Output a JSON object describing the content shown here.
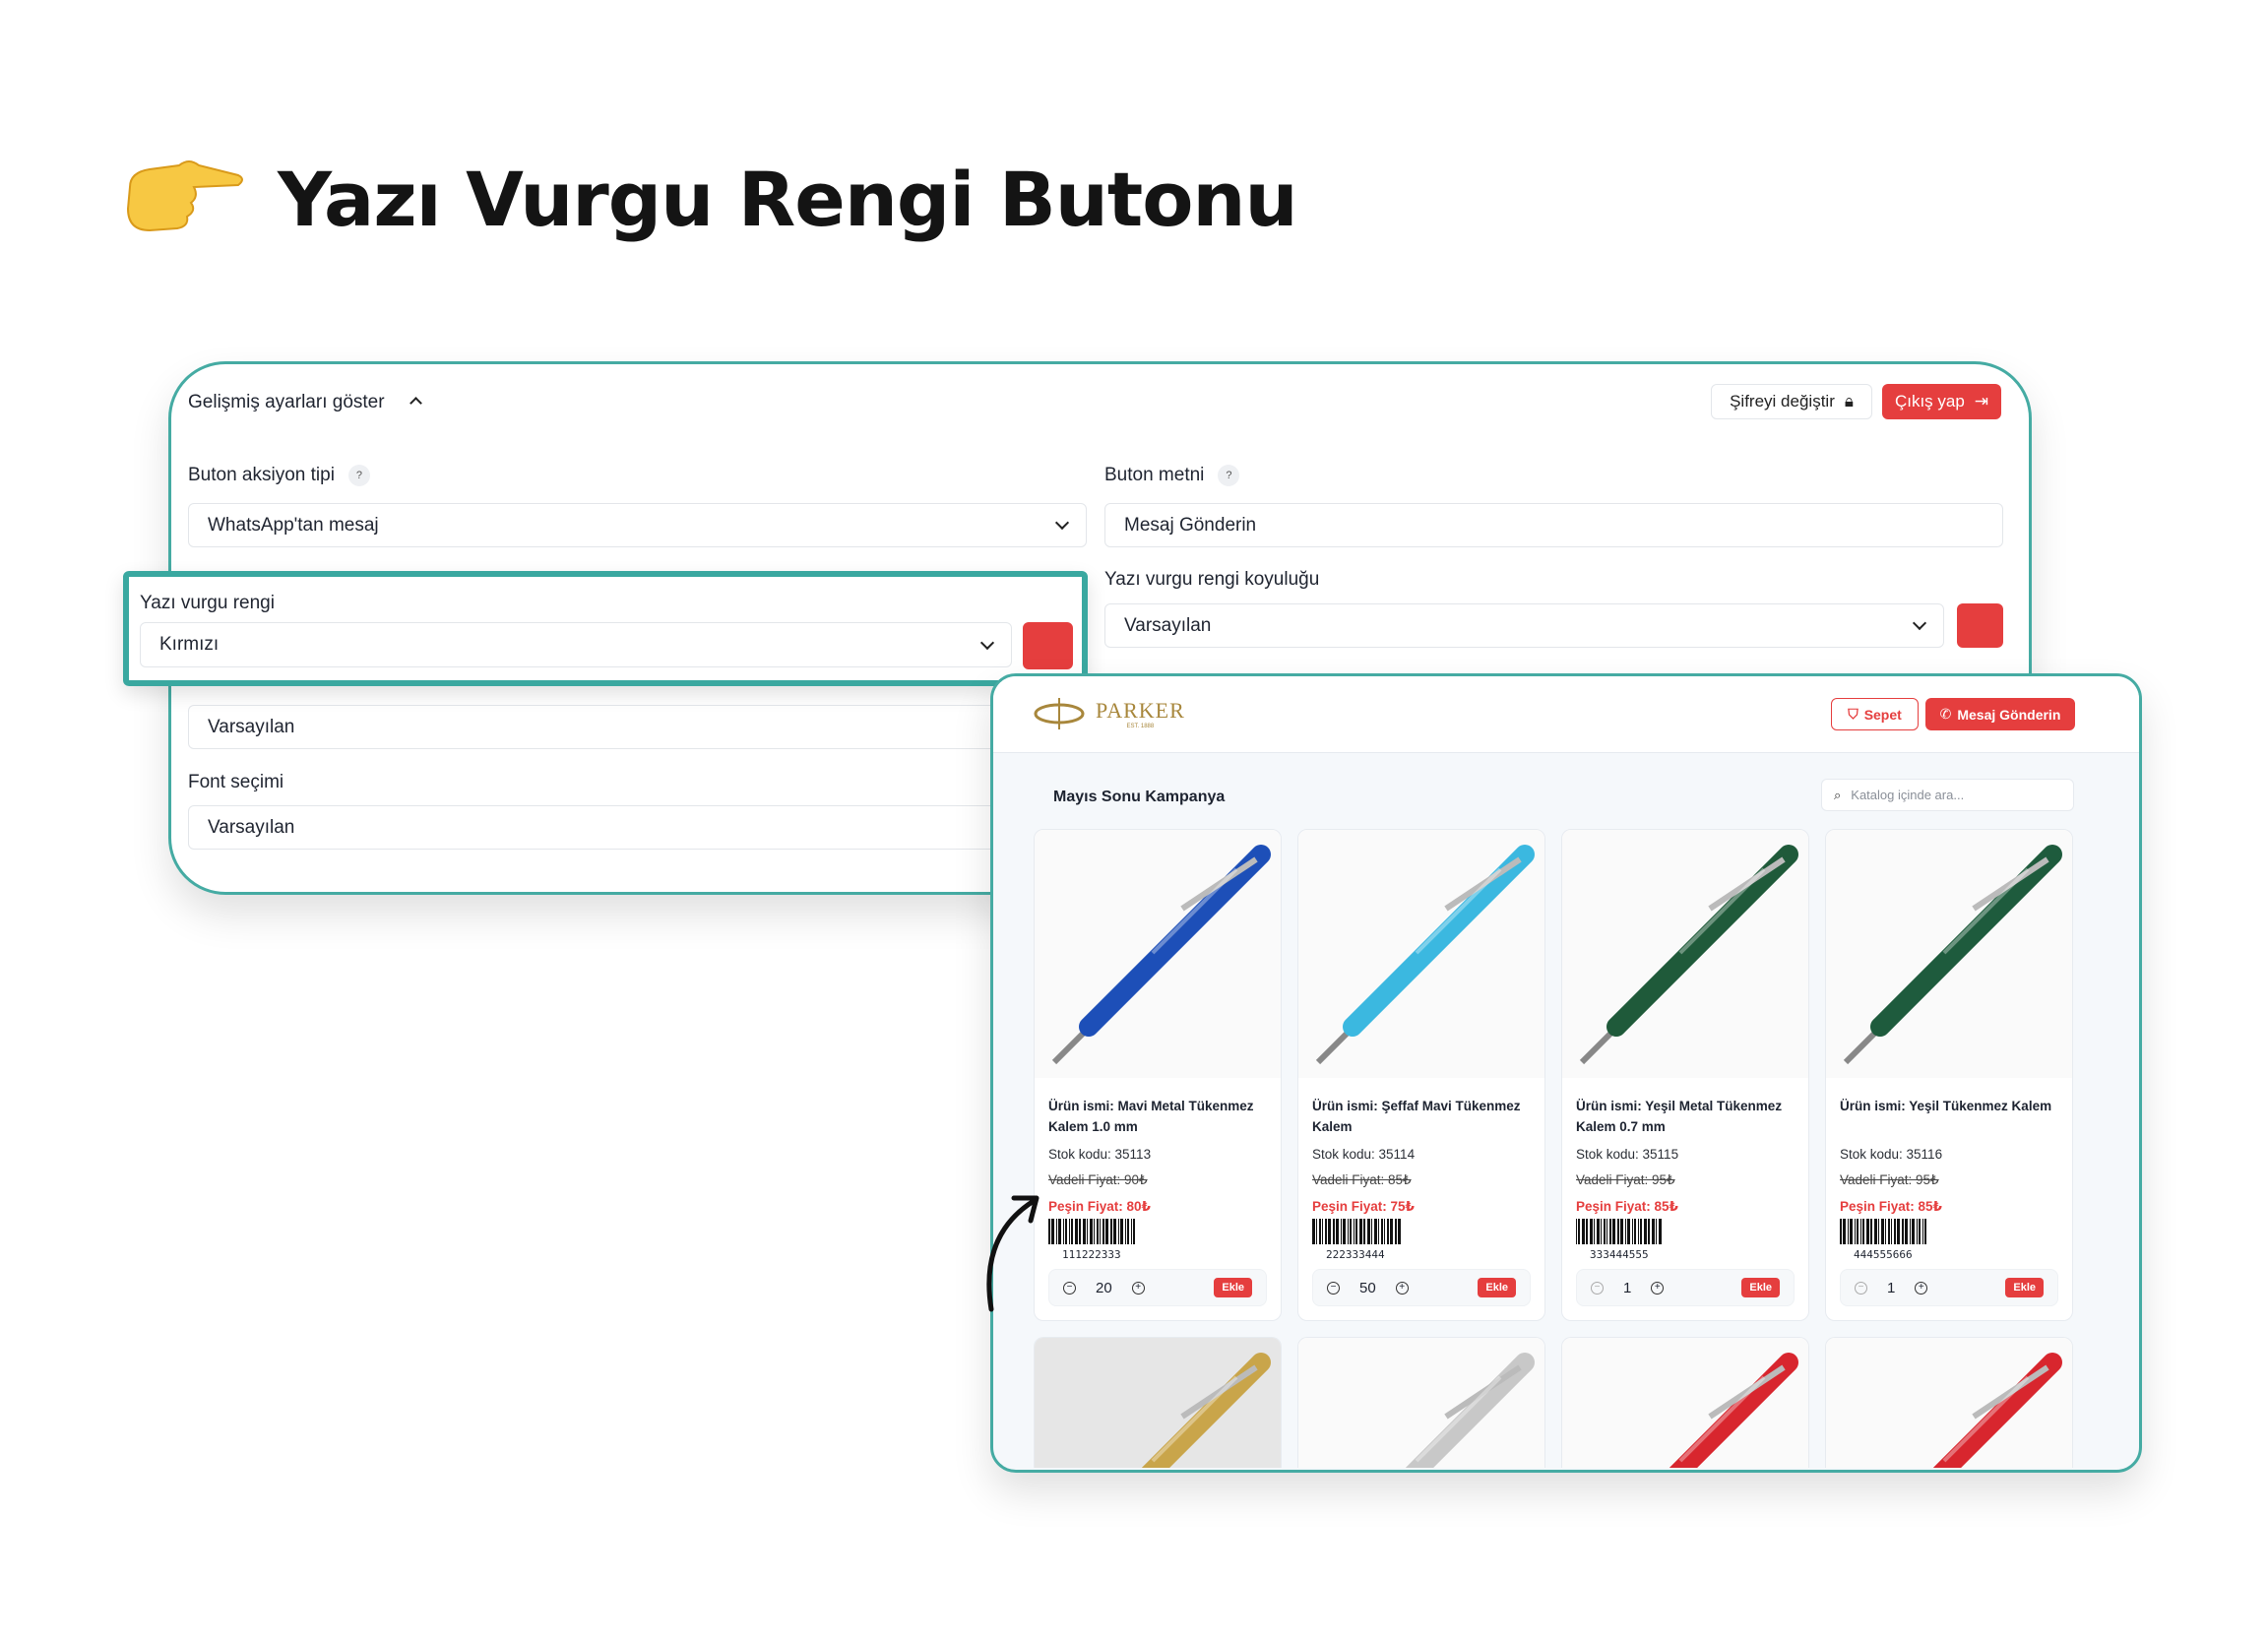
{
  "heading": {
    "title": "Yazı Vurgu Rengi Butonu",
    "icon": "pointing-hand-emoji"
  },
  "settings": {
    "advanced_toggle": "Gelişmiş ayarları göster",
    "change_password": "Şifreyi değiştir",
    "logout": "Çıkış yap",
    "action_type_label": "Buton aksiyon tipi",
    "action_type_value": "WhatsApp'tan mesaj",
    "button_text_label": "Buton metni",
    "button_text_value": "Mesaj Gönderin",
    "accent_color_label": "Yazı vurgu rengi",
    "accent_color_value": "Kırmızı",
    "accent_shade_label": "Yazı vurgu rengi koyuluğu",
    "accent_shade_value": "Varsayılan",
    "hidden_select_value": "Varsayılan",
    "font_label": "Font seçimi",
    "font_value": "Varsayılan",
    "help": "?",
    "accent_hex": "#e53e3e"
  },
  "preview": {
    "brand": "PARKER",
    "brand_sub": "EST. 1888",
    "cart": "Sepet",
    "message": "Mesaj Gönderin",
    "catalog_title": "Mayıs Sonu Kampanya",
    "search_placeholder": "Katalog içinde ara...",
    "add_label": "Ekle",
    "products": [
      {
        "name": "Ürün ismi: Mavi Metal Tükenmez Kalem 1.0 mm",
        "stock": "Stok kodu: 35113",
        "old": "Vadeli Fiyat: 90₺",
        "price": "Peşin Fiyat: 80₺",
        "barcode": "111222333",
        "qty": "20",
        "color": "#1d4fb8"
      },
      {
        "name": "Ürün ismi: Şeffaf Mavi Tükenmez Kalem",
        "stock": "Stok kodu: 35114",
        "old": "Vadeli Fiyat: 85₺",
        "price": "Peşin Fiyat: 75₺",
        "barcode": "222333444",
        "qty": "50",
        "color": "#3bb8e0"
      },
      {
        "name": "Ürün ismi: Yeşil Metal Tükenmez Kalem 0.7 mm",
        "stock": "Stok kodu: 35115",
        "old": "Vadeli Fiyat: 95₺",
        "price": "Peşin Fiyat: 85₺",
        "barcode": "333444555",
        "qty": "1",
        "color": "#1f5a3a"
      },
      {
        "name": "Ürün ismi: Yeşil Tükenmez Kalem",
        "stock": "Stok kodu: 35116",
        "old": "Vadeli Fiyat: 95₺",
        "price": "Peşin Fiyat: 85₺",
        "barcode": "444555666",
        "qty": "1",
        "color": "#1e5b3d"
      }
    ],
    "row2_colors": [
      "#c9a54a",
      "#c8c8c8",
      "#d8262e",
      "#d8262e"
    ]
  }
}
